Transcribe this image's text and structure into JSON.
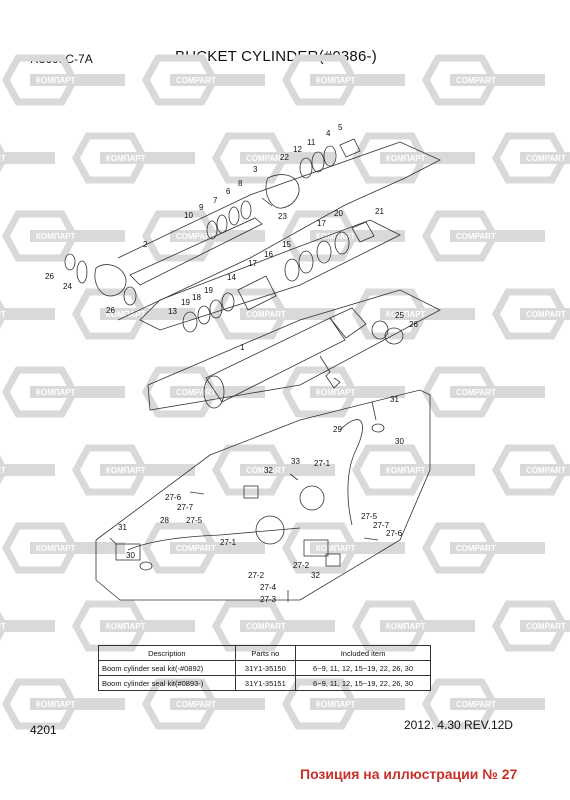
{
  "header": {
    "model": "R360LC-7A",
    "title": "BUCKET CYLINDER(#0386-)"
  },
  "footer": {
    "page_number": "4201",
    "revision": "2012. 4.30  REV.12D",
    "caption": "Позиция на иллюстрации № 27"
  },
  "watermark": {
    "text": "КОМПАРТ",
    "text_latin": "COMPART",
    "color": "#d9d9d9"
  },
  "colors": {
    "line": "#333333",
    "accent": "#c8312a"
  },
  "callouts": {
    "c1": "1",
    "c2": "2",
    "c3": "3",
    "c4": "4",
    "c5": "5",
    "c6": "6",
    "c7": "7",
    "c8": "8",
    "c9": "9",
    "c10": "10",
    "c11": "11",
    "c12": "12",
    "c13": "13",
    "c14": "14",
    "c15": "15",
    "c16": "16",
    "c17a": "17",
    "c17b": "17",
    "c18": "18",
    "c19a": "19",
    "c19b": "19",
    "c20": "20",
    "c21": "21",
    "c22": "22",
    "c23": "23",
    "c24": "24",
    "c25": "25",
    "c26a": "26",
    "c26b": "26",
    "c26c": "26",
    "c27_1a": "27-1",
    "c27_1b": "27-1",
    "c27_2a": "27-2",
    "c27_2b": "27-2",
    "c27_3": "27-3",
    "c27_4": "27-4",
    "c27_5a": "27-5",
    "c27_5b": "27-5",
    "c27_6a": "27-6",
    "c27_6b": "27-6",
    "c27_7a": "27-7",
    "c27_7b": "27-7",
    "c28": "28",
    "c29": "29",
    "c30a": "30",
    "c30b": "30",
    "c31a": "31",
    "c31b": "31",
    "c32a": "32",
    "c32b": "32",
    "c33": "33"
  },
  "kit_table": {
    "headers": [
      "Description",
      "Parts no",
      "Included item"
    ],
    "rows": [
      [
        "Boom cylinder seal kit(-#0892)",
        "31Y1-35150",
        "6~9, 11, 12, 15~19, 22, 26, 30"
      ],
      [
        "Boom cylinder seal kit(#0893-)",
        "31Y1-35151",
        "6~9, 11, 12, 15~19, 22, 26, 30"
      ]
    ]
  }
}
